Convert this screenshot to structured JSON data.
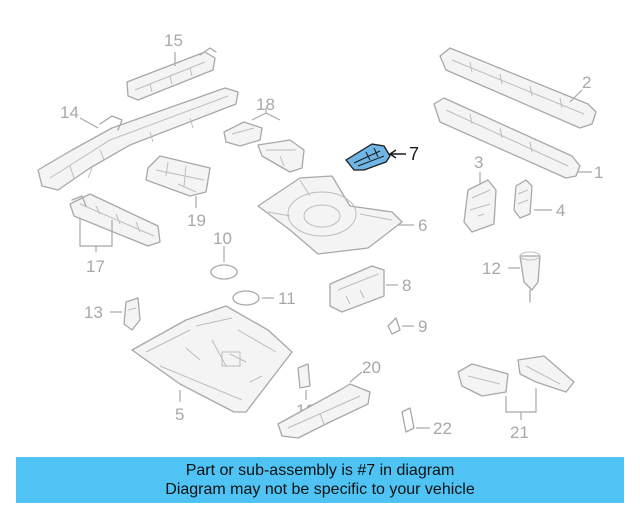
{
  "diagram": {
    "highlight_color": "#6fb5e6",
    "part_line_color": "#a8a8a8",
    "highlighted_part": "7",
    "callouts": [
      "1",
      "2",
      "3",
      "4",
      "5",
      "6",
      "7",
      "8",
      "9",
      "10",
      "11",
      "12",
      "13",
      "14",
      "15",
      "16",
      "17",
      "18",
      "19",
      "20",
      "21",
      "22"
    ]
  },
  "banner": {
    "background": "#4ec3f4",
    "line1": "Part or sub-assembly is #7 in diagram",
    "line2": "Diagram may not be specific to your vehicle"
  }
}
